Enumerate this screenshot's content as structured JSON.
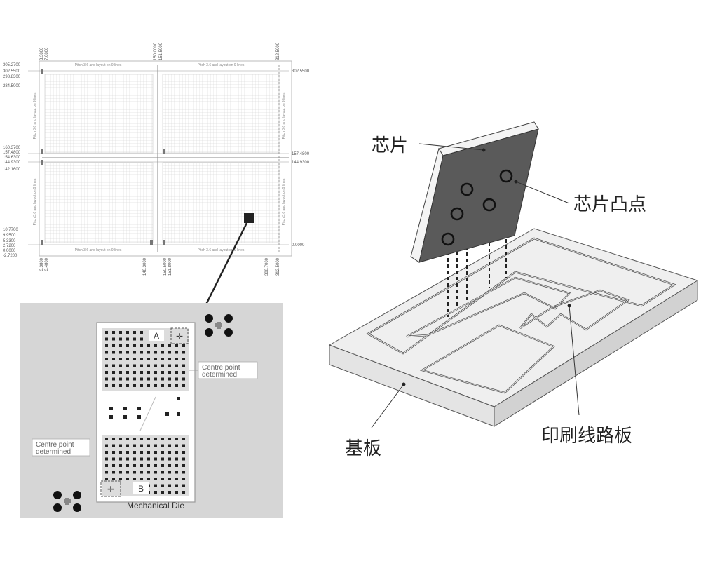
{
  "colors": {
    "ink": "#222222",
    "chip_face": "#5a5a5a",
    "board_light": "#ececec",
    "panel_grey": "#d6d6d6"
  },
  "wafer_map": {
    "y_labels_left": [
      "305.2700",
      "302.5500",
      "298.8300",
      "284.5000",
      "160.3700",
      "157.4800",
      "154.6300",
      "144.9300",
      "142.1600",
      "10.7700",
      "9.9500",
      "5.3300",
      "2.7200",
      "0.0000",
      "-2.7200"
    ],
    "y_labels_right": [
      "302.5500",
      "157.4800",
      "144.9300",
      "0.0000"
    ],
    "x_labels_top": [
      "3.3800",
      "7.0800",
      "150.0000",
      "151.5000",
      "312.5000"
    ],
    "x_labels_bottom": [
      "3.3800",
      "3.4800",
      "148.3000",
      "150.5000",
      "151.8000",
      "308.7000",
      "312.5000"
    ],
    "pitch_note_h": "Pitch 3.6 and layout on 9 lines",
    "pitch_note_v": "Pitch 3.6 and layout on 9 lines"
  },
  "die_view": {
    "label_a": "A",
    "label_b": "B",
    "note_top_line1": "Centre point",
    "note_top_line2": "determined",
    "note_left_line1": "Centre point",
    "note_left_line2": "determined",
    "caption": "Mechanical Die"
  },
  "assembly": {
    "chip_label": "芯片",
    "bump_label": "芯片凸点",
    "substrate_label": "基板",
    "pcb_label": "印刷线路板"
  }
}
